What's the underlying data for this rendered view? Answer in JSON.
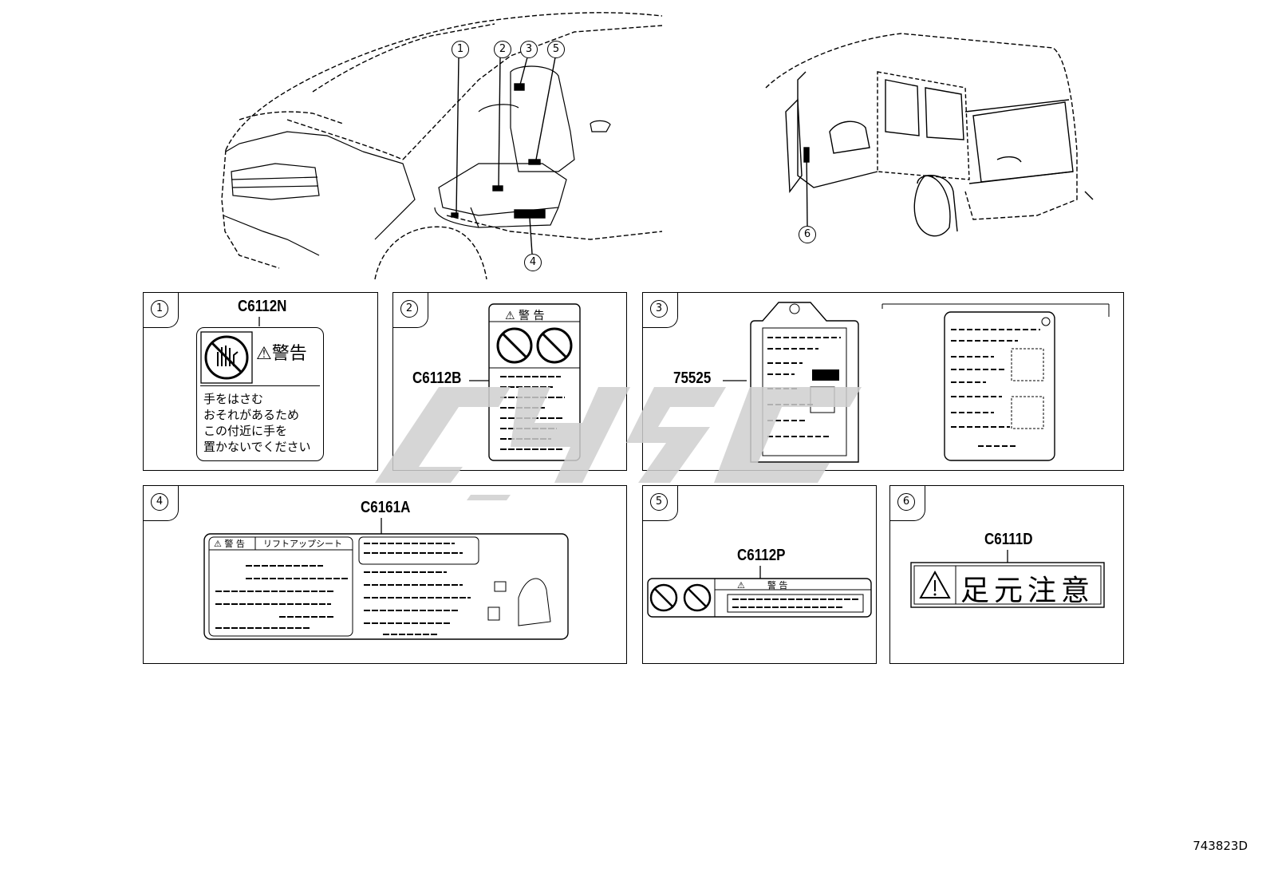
{
  "callouts": [
    "1",
    "2",
    "3",
    "4",
    "5",
    "6"
  ],
  "panels": [
    {
      "num": "1",
      "part": "C6112N",
      "label": {
        "warn": "⚠警告",
        "lines": [
          "手をはさむ",
          "おそれがあるため",
          "この付近に手を",
          "置かないでください"
        ]
      }
    },
    {
      "num": "2",
      "part": "C6112B",
      "label": {
        "header": "⚠ 警 告"
      }
    },
    {
      "num": "3",
      "part": "75525"
    },
    {
      "num": "4",
      "part": "C6161A",
      "label": {
        "head_left": "⚠ 警 告",
        "head_right": "リフトアップシート"
      }
    },
    {
      "num": "5",
      "part": "C6112P",
      "label": {
        "header": "⚠        警 告"
      }
    },
    {
      "num": "6",
      "part": "C6111D",
      "label": {
        "text": "足元注意"
      }
    }
  ],
  "reference_id": "743823D",
  "colors": {
    "line": "#000000",
    "background": "#ffffff",
    "watermark": "#d0d0d0"
  }
}
